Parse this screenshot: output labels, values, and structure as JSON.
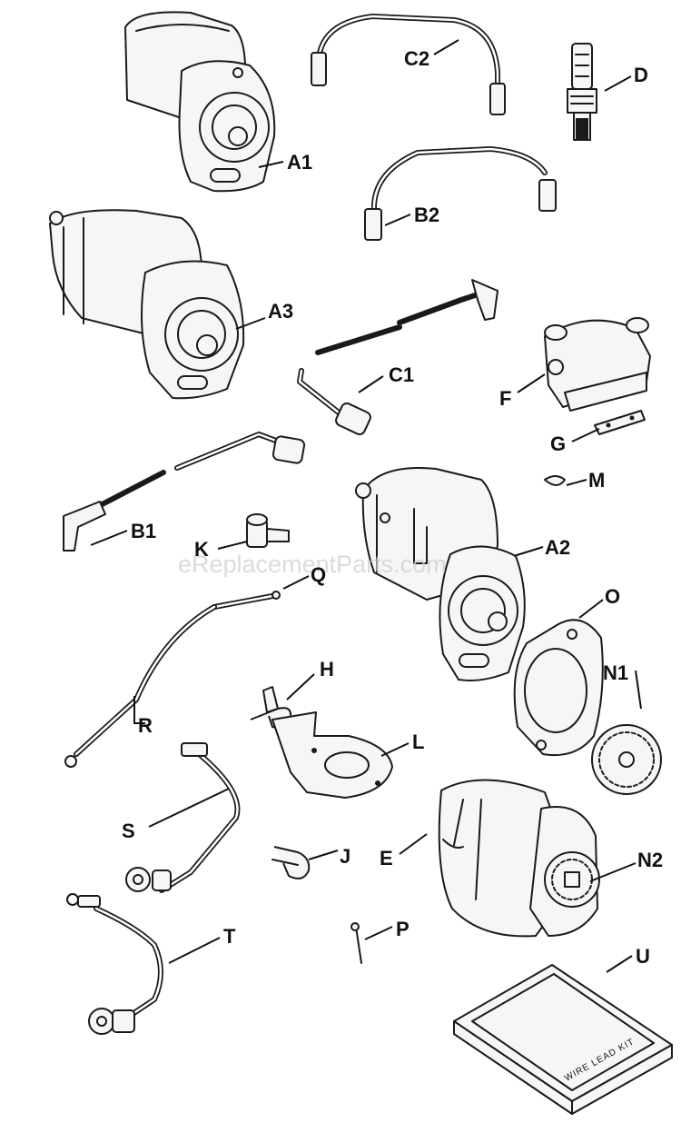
{
  "watermark": "eReplacementParts.com",
  "kit_label": "WIRE LEAD KIT",
  "callouts": {
    "A1": "A1",
    "A2": "A2",
    "A3": "A3",
    "B1": "B1",
    "B2": "B2",
    "C1": "C1",
    "C2": "C2",
    "D": "D",
    "E": "E",
    "F": "F",
    "G": "G",
    "H": "H",
    "J": "J",
    "K": "K",
    "L": "L",
    "M": "M",
    "N1": "N1",
    "N2": "N2",
    "O": "O",
    "P": "P",
    "Q": "Q",
    "R": "R",
    "S": "S",
    "T": "T",
    "U": "U"
  }
}
